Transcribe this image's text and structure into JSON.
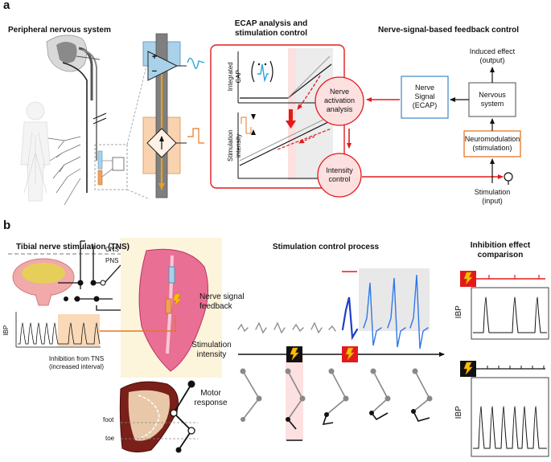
{
  "panel_a": {
    "label": "a",
    "title_pns": "Peripheral nervous system",
    "title_ecap_line1": "ECAP analysis and",
    "title_ecap_line2": "stimulation control",
    "title_feedback": "Nerve-signal-based feedback control",
    "plus_sign": "+",
    "minus_sign": "−",
    "integrated_cap_line1": "Integrated",
    "integrated_cap_line2": "CAP",
    "stim_intensity_line1": "Stimulation",
    "stim_intensity_line2": "intensity",
    "nerve_activation_line1": "Nerve",
    "nerve_activation_line2": "activation",
    "nerve_activation_line3": "analysis",
    "intensity_control_line1": "Intensity",
    "intensity_control_line2": "control",
    "nerve_signal_line1": "Nerve",
    "nerve_signal_line2": "Signal",
    "nerve_signal_line3": "(ECAP)",
    "induced_effect_line1": "Induced effect",
    "induced_effect_line2": "(output)",
    "nervous_system_line1": "Nervous",
    "nervous_system_line2": "system",
    "neuromodulation_line1": "Neuromodulation",
    "neuromodulation_line2": "(stimulation)",
    "stimulation_input_line1": "Stimulation",
    "stimulation_input_line2": "(input)"
  },
  "panel_b": {
    "label": "b",
    "title_tns": "Tibial nerve stimulation (TNS)",
    "title_process": "Stimulation control process",
    "title_inhibition_line1": "Inhibition effect",
    "title_inhibition_line2": "comparison",
    "cns": "CNS",
    "pns": "PNS",
    "ibp": "IBP",
    "inhibition_line1": "Inhibition from TNS",
    "inhibition_line2": "(increased interval)",
    "foot": "foot",
    "toe": "toe",
    "nerve_feedback_line1": "Nerve signal",
    "nerve_feedback_line2": "feedback",
    "stim_intensity_line1": "Stimulation",
    "stim_intensity_line2": "intensity",
    "motor_response_line1": "Motor",
    "motor_response_line2": "response"
  },
  "colors": {
    "accent_red": "#e31a1c",
    "light_red": "#fde0e0",
    "blue": "#2f6fe0",
    "light_blue": "#a9d2ea",
    "orange": "#e87722",
    "light_orange": "#f9d9b8",
    "gray_box": "#ececec"
  },
  "icons": {
    "bolt": "lightning-bolt",
    "amplifier": "triangle-amplifier",
    "stimulator": "diamond-current-source"
  }
}
